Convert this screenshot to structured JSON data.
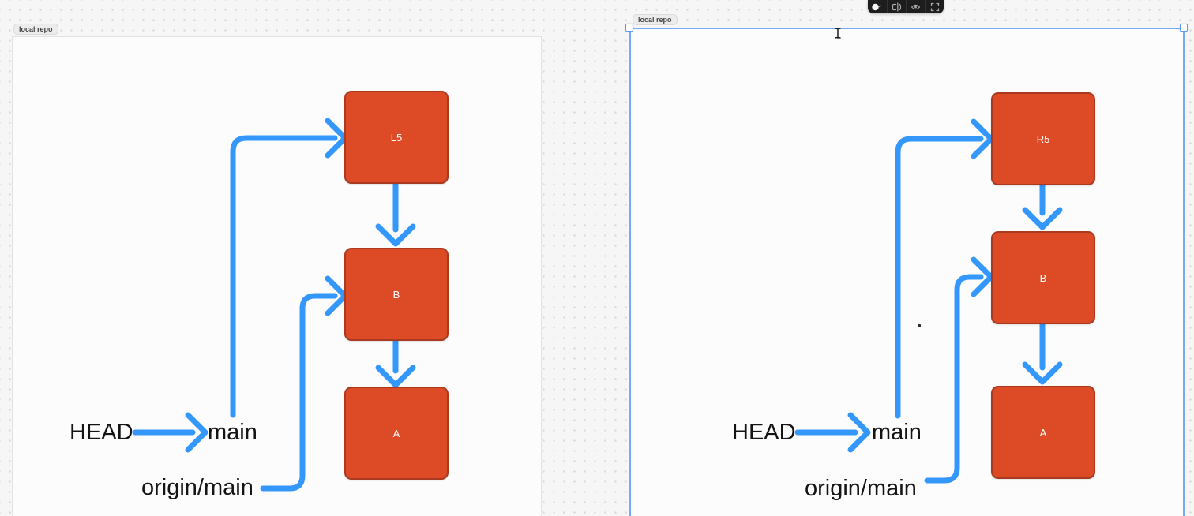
{
  "toolbar": {
    "items": [
      {
        "name": "style-swatch-button",
        "icon": "white-circle-with-chevron-down"
      },
      {
        "name": "rename-button",
        "icon": "rename-text-cursor"
      },
      {
        "name": "visibility-button",
        "icon": "eye"
      },
      {
        "name": "fit-view-button",
        "icon": "four-corners"
      }
    ]
  },
  "frames": [
    {
      "label": "local repo",
      "selected": false,
      "refs": {
        "head": "HEAD",
        "branch": "main",
        "remote": "origin/main"
      },
      "commits": [
        {
          "label": "L5"
        },
        {
          "label": "B"
        },
        {
          "label": "A"
        }
      ]
    },
    {
      "label": "local repo",
      "selected": true,
      "refs": {
        "head": "HEAD",
        "branch": "main",
        "remote": "origin/main"
      },
      "commits": [
        {
          "label": "R5"
        },
        {
          "label": "B"
        },
        {
          "label": "A"
        }
      ]
    }
  ],
  "colors": {
    "arrow_blue": "#3497fb",
    "commit_fill": "#dd4a26",
    "commit_border": "#a93a1f",
    "selection_blue": "#78a9f7",
    "canvas_bg": "#f6f6f6",
    "frame_bg": "#fcfcfc",
    "text": "#141414"
  },
  "cursor": {
    "type": "text-ibeam"
  }
}
